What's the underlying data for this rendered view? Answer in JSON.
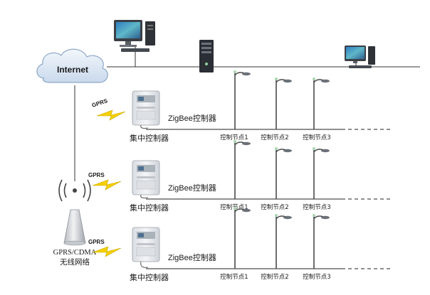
{
  "network": {
    "internet_label": "Internet",
    "tower_label_line1": "GPRS/CDMA",
    "tower_label_line2": "无线网络"
  },
  "gprs_links": [
    {
      "label": "GPRS"
    },
    {
      "label": "GPRS"
    },
    {
      "label": "GPRS"
    }
  ],
  "branches": [
    {
      "hub_label": "集中控制器",
      "zigbee_label": "ZigBee控制器",
      "nodes": [
        "控制节点1",
        "控制节点2",
        "控制节点3"
      ]
    },
    {
      "hub_label": "集中控制器",
      "zigbee_label": "ZigBee控制器",
      "nodes": [
        "控制节点1",
        "控制节点2",
        "控制节点3"
      ]
    },
    {
      "hub_label": "集中控制器",
      "zigbee_label": "ZigBee控制器",
      "nodes": [
        "控制节点1",
        "控制节点2",
        "控制节点3"
      ]
    }
  ],
  "colors": {
    "cloud_fill": "#dce8f5",
    "cloud_stroke": "#8fa8c6",
    "lightning": "#f5d000",
    "pole": "#4a4a4a",
    "controller_body": "#e9ecef"
  }
}
